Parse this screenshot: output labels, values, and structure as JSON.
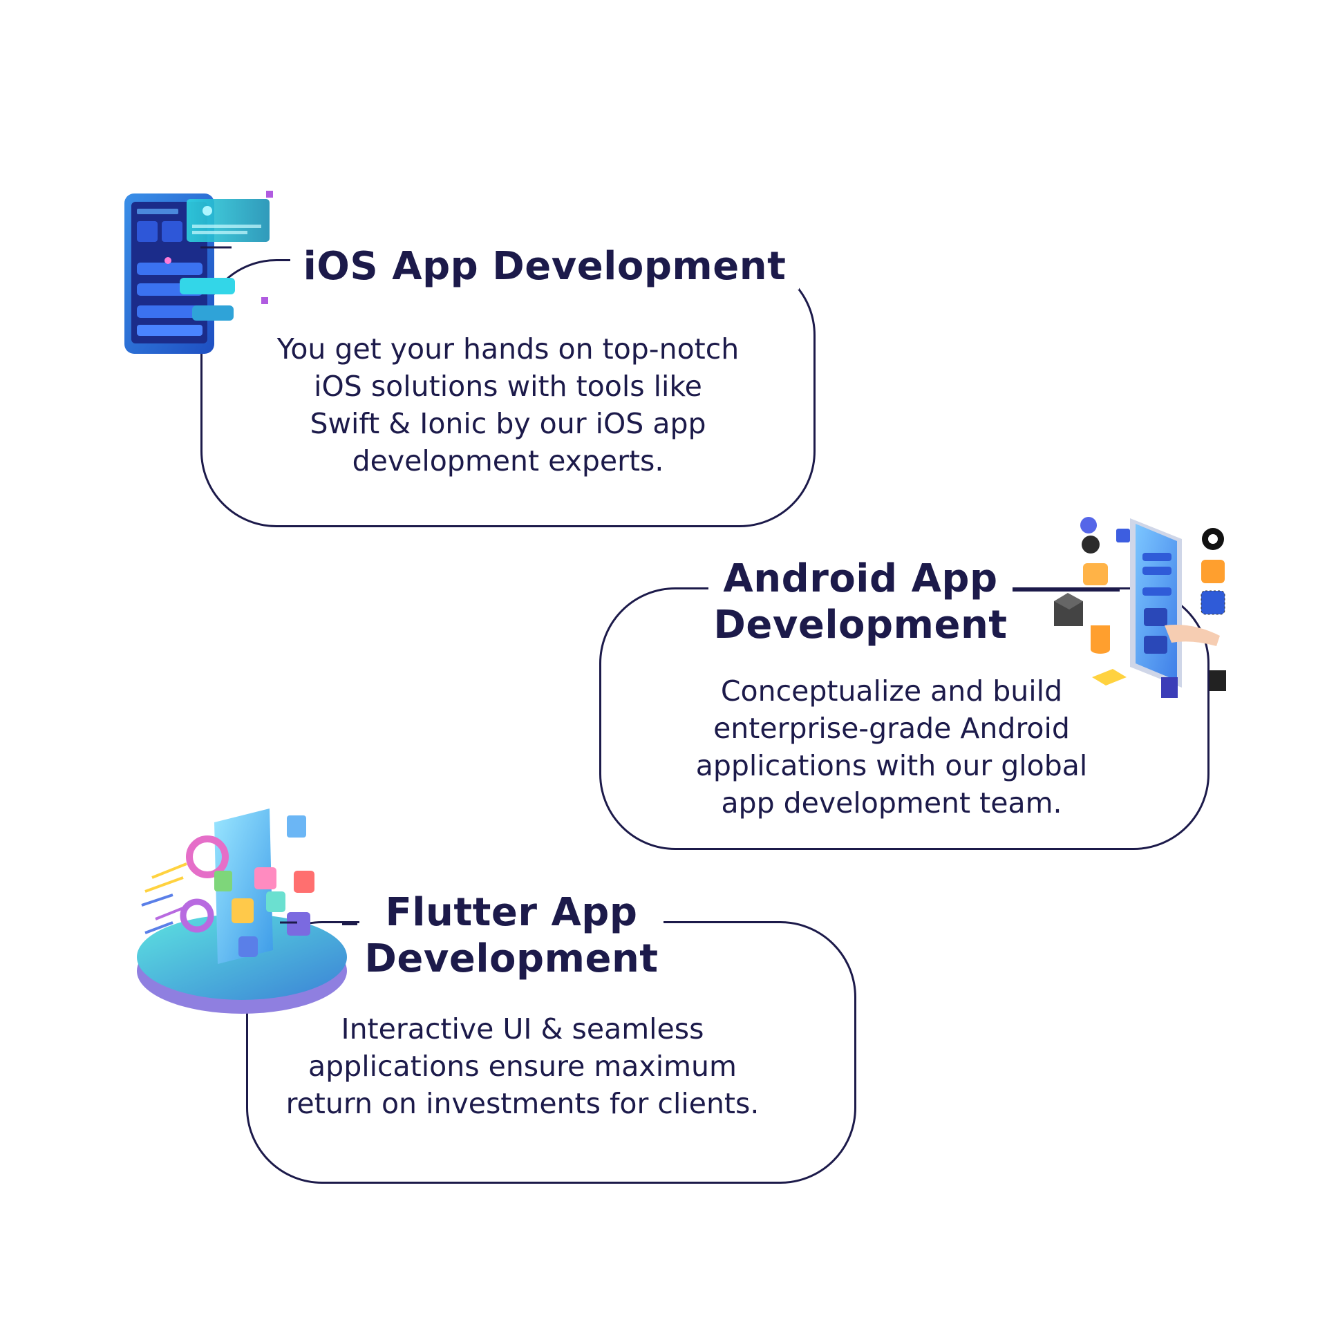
{
  "services": [
    {
      "title": "iOS App Development",
      "description": "You get your hands on top-notch\niOS solutions with tools like\nSwift & Ionic by our iOS app\ndevelopment experts.",
      "illustration_icon": "smartphone-ui-wireframe-icon"
    },
    {
      "title": "Android App\nDevelopment",
      "description": "Conceptualize and build\nenterprise-grade Android\napplications with our global\napp development team.",
      "illustration_icon": "isometric-phone-apps-icon"
    },
    {
      "title": "Flutter App\nDevelopment",
      "description": "Interactive UI & seamless\napplications ensure maximum\nreturn on investments for clients.",
      "illustration_icon": "app-platform-podium-icon"
    }
  ],
  "colors": {
    "text": "#1c1a4a",
    "border": "#1c1a4a",
    "background": "#ffffff"
  }
}
